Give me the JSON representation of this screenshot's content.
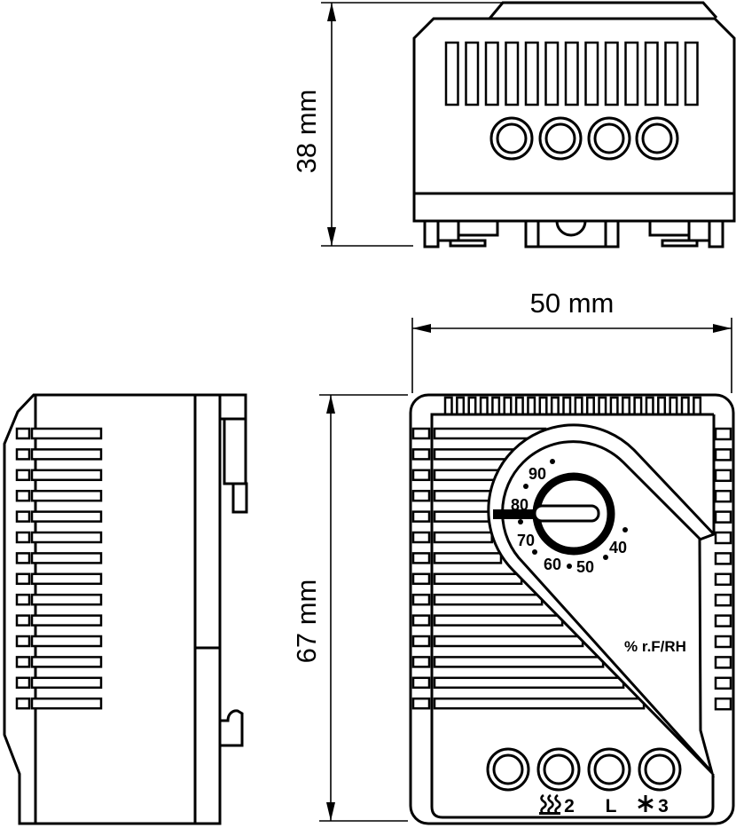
{
  "dimensions": {
    "top_view_height": "38 mm",
    "front_view_width": "50 mm",
    "front_view_height": "67 mm"
  },
  "front_view": {
    "dial": {
      "scale_labels": [
        "90",
        "80",
        "70",
        "60",
        "50",
        "40"
      ],
      "unit_label": "% r.F/RH"
    },
    "terminals": {
      "labels": [
        {
          "icon": "heating-waves-icon",
          "label": "2"
        },
        {
          "icon": "none",
          "label": "L"
        },
        {
          "icon": "fan-asterisk-icon",
          "label": "3"
        }
      ]
    }
  },
  "colors": {
    "line": "#000000",
    "background": "#ffffff"
  }
}
